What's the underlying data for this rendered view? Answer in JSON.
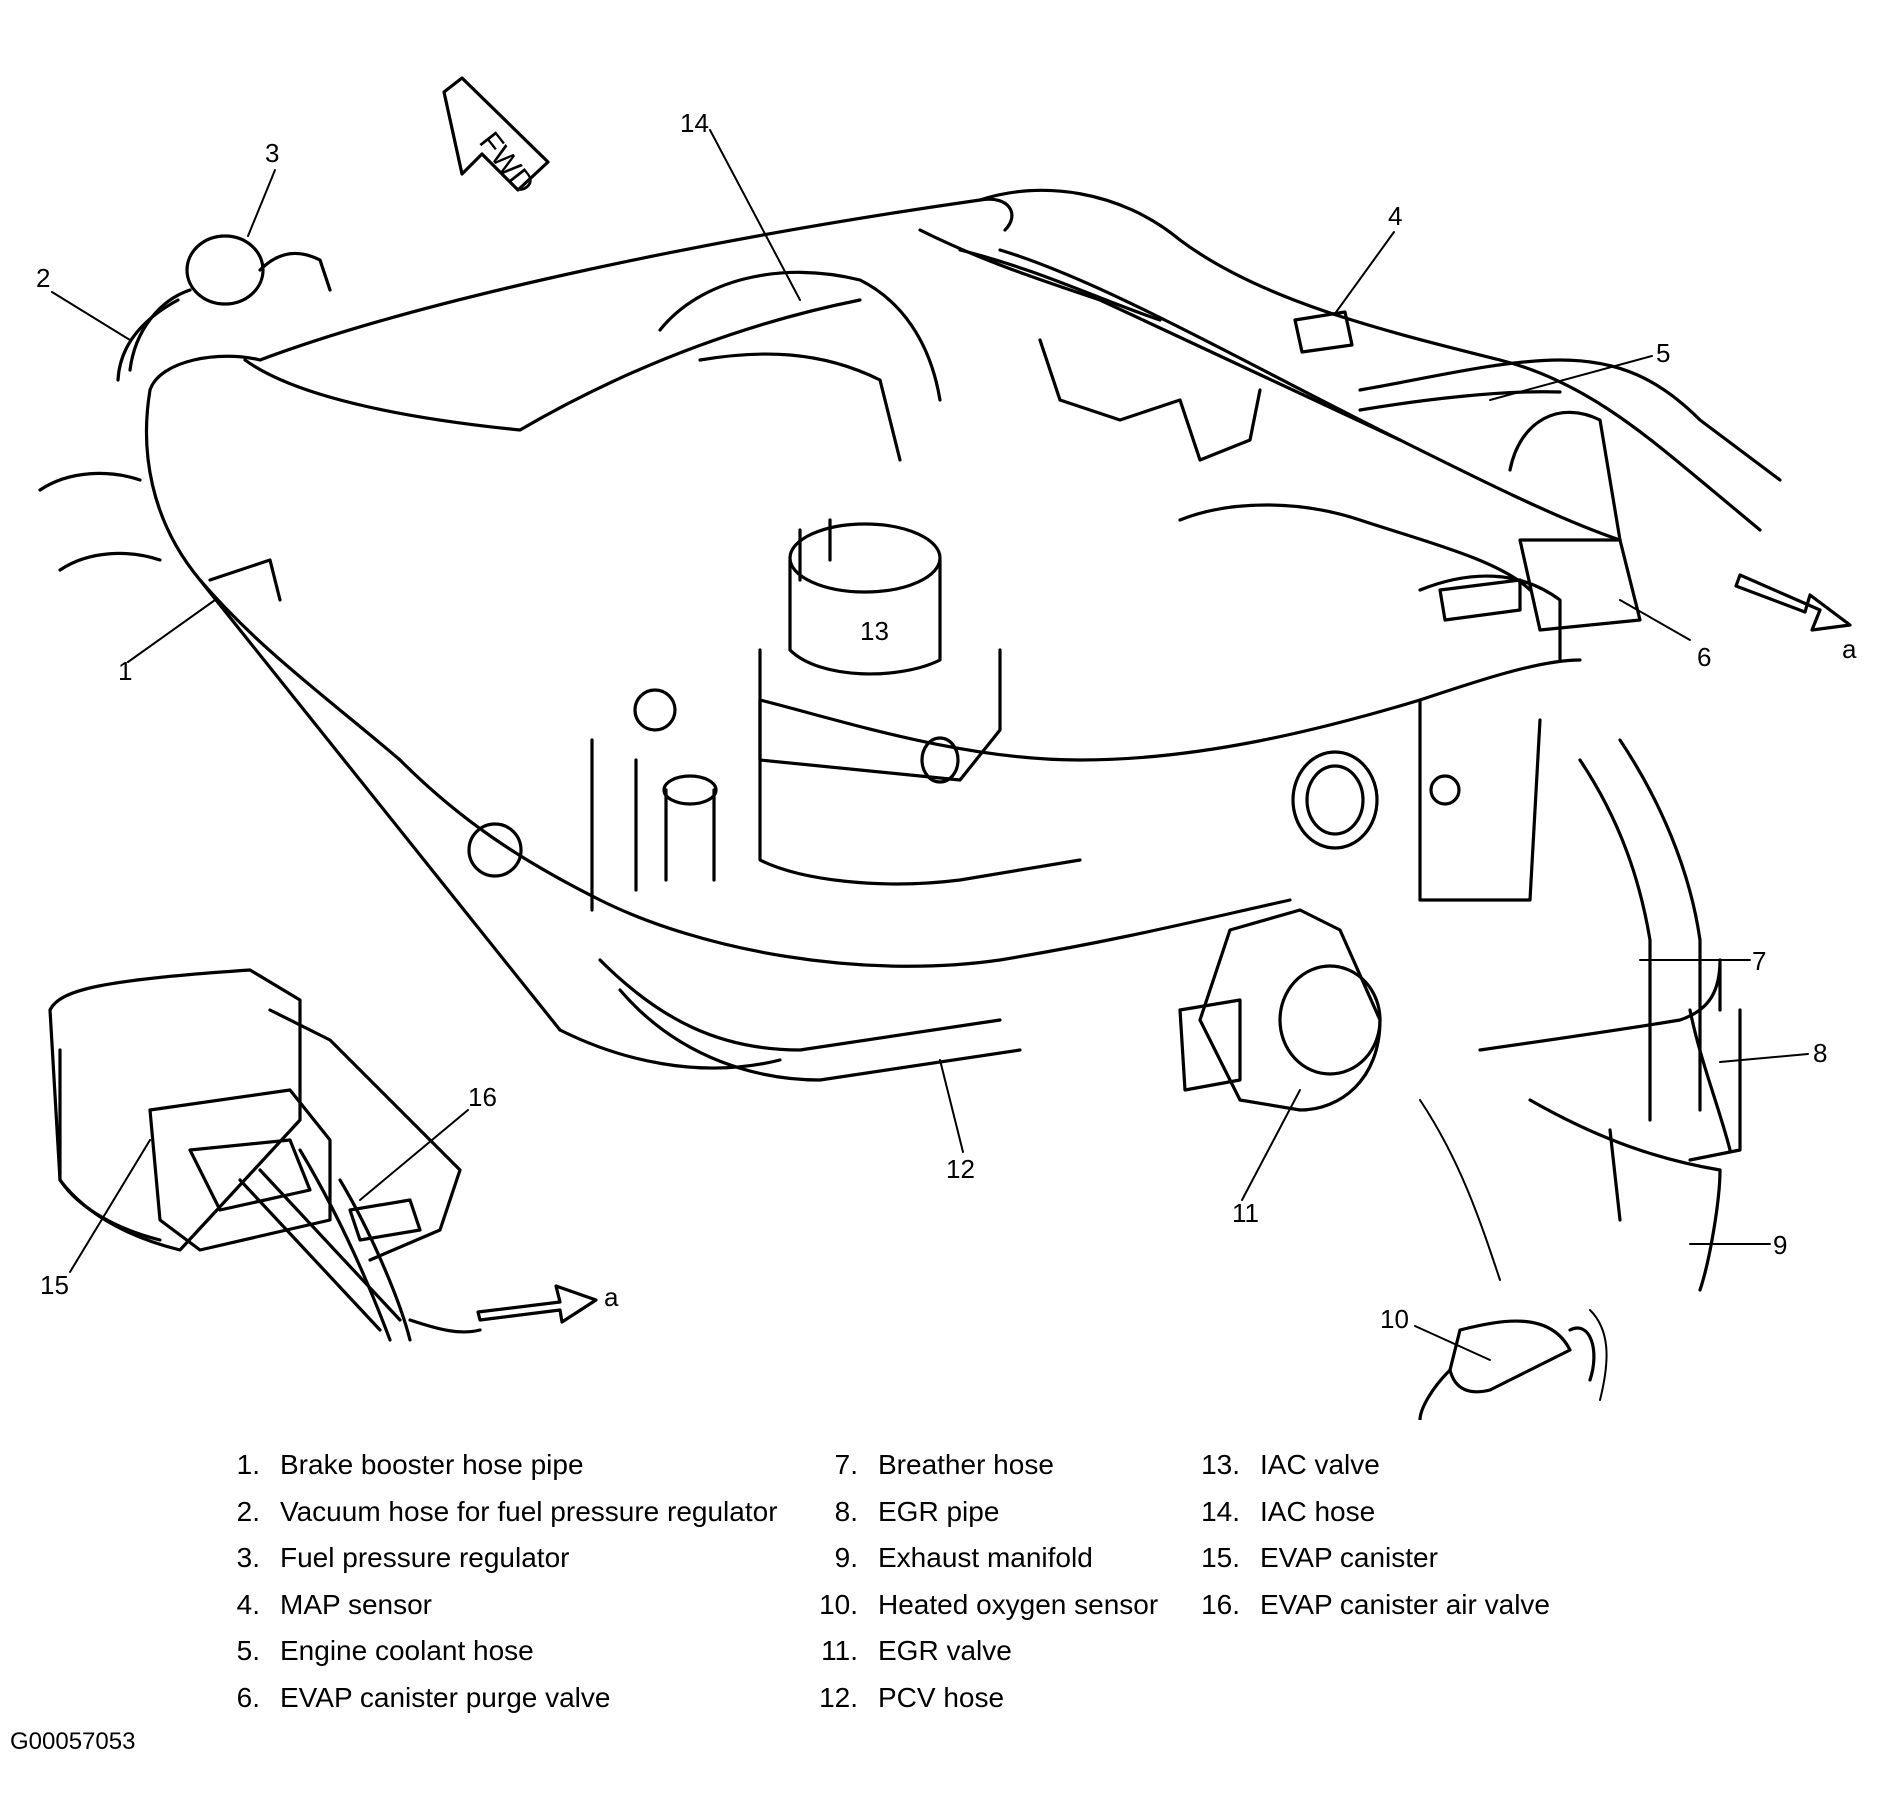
{
  "diagram": {
    "fwd_label": "FWD",
    "arrow_label": "a",
    "callouts": [
      "1",
      "2",
      "3",
      "4",
      "5",
      "6",
      "7",
      "8",
      "9",
      "10",
      "11",
      "12",
      "13",
      "14",
      "15",
      "16"
    ]
  },
  "legend": {
    "columns": [
      [
        {
          "num": "1.",
          "text": "Brake booster hose pipe"
        },
        {
          "num": "2.",
          "text": "Vacuum hose for fuel pressure regulator"
        },
        {
          "num": "3.",
          "text": "Fuel pressure regulator"
        },
        {
          "num": "4.",
          "text": "MAP sensor"
        },
        {
          "num": "5.",
          "text": "Engine coolant hose"
        },
        {
          "num": "6.",
          "text": "EVAP canister purge valve"
        }
      ],
      [
        {
          "num": "7.",
          "text": "Breather hose"
        },
        {
          "num": "8.",
          "text": "EGR pipe"
        },
        {
          "num": "9.",
          "text": "Exhaust manifold"
        },
        {
          "num": "10.",
          "text": "Heated oxygen sensor"
        },
        {
          "num": "11.",
          "text": "EGR valve"
        },
        {
          "num": "12.",
          "text": "PCV hose"
        }
      ],
      [
        {
          "num": "13.",
          "text": "IAC valve"
        },
        {
          "num": "14.",
          "text": "IAC hose"
        },
        {
          "num": "15.",
          "text": "EVAP canister"
        },
        {
          "num": "16.",
          "text": "EVAP canister air valve"
        }
      ]
    ]
  },
  "figure_id": "G00057053"
}
